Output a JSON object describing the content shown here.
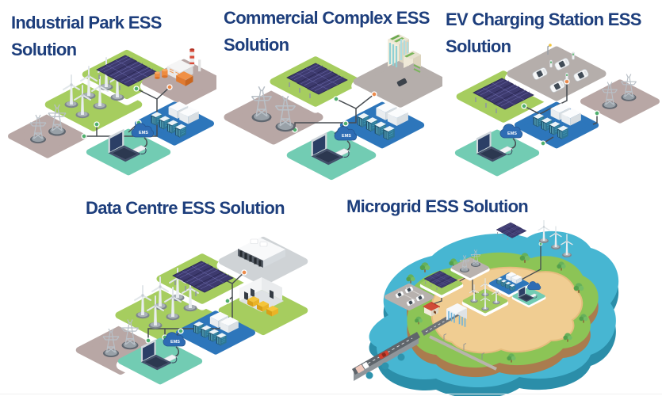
{
  "app": {
    "kind": "energy-storage-solutions-infographic",
    "background": "#ffffff"
  },
  "ems_label": "EMS",
  "panels": [
    {
      "id": "industrial-park",
      "title_lines": [
        "Industrial Park ESS",
        "Solution"
      ]
    },
    {
      "id": "commercial-complex",
      "title_lines": [
        "Commercial Complex ESS",
        "Solution"
      ]
    },
    {
      "id": "ev-charging-station",
      "title_lines": [
        "EV Charging Station ESS",
        "Solution"
      ]
    },
    {
      "id": "data-centre",
      "title_lines": [
        "Data Centre ESS Solution"
      ]
    },
    {
      "id": "microgrid",
      "title_lines": [
        "Microgrid ESS Solution"
      ]
    }
  ],
  "palette": {
    "title_text": "#1d3e7c",
    "platform_green": "#a6cd5f",
    "platform_teal": "#72ccb3",
    "platform_blue": "#2d76bb",
    "platform_mauve": "#b8a7a5",
    "platform_grey": "#b5aeab",
    "solar_panel": "#3d3a6e",
    "connection_line": "#474c51",
    "node_green": "#4faf6d",
    "node_orange": "#ec8a4b",
    "ems_cloud": "#2e6cb4",
    "water": "#47b6d2",
    "island_grass": "#8cc456",
    "island_sand": "#f0cd92"
  }
}
